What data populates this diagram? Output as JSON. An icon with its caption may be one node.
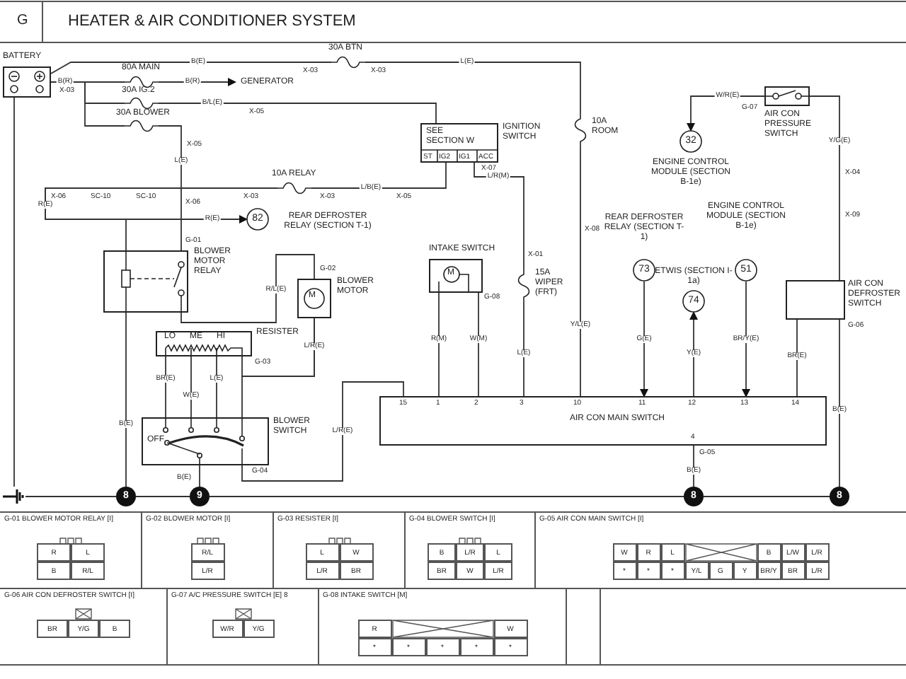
{
  "diagram": {
    "title": "HEATER & AIR CONDITIONER SYSTEM",
    "nodes": [
      {
        "text": [
          "BATTERY"
        ]
      },
      {
        "text": [
          "80A MAIN"
        ]
      },
      {
        "text": [
          "30A IG.2"
        ]
      },
      {
        "text": [
          "30A BLOWER"
        ]
      },
      {
        "text": [
          "30A BTN"
        ]
      },
      {
        "text": [
          "GENERATOR"
        ]
      },
      {
        "text": [
          "SEE SECTION W",
          "IGNITION SWITCH"
        ]
      },
      {
        "text": [
          "10A RELAY"
        ]
      },
      {
        "text": [
          "82"
        ],
        "beside": [
          "REAR DEFROSTER RELAY (SECTION T-1)"
        ]
      },
      {
        "text": [
          "BLOWER MOTOR RELAY"
        ]
      },
      {
        "text": [
          "M",
          "BLOWER MOTOR"
        ]
      },
      {
        "text": [
          "RESISTER",
          "LO",
          "ME",
          "HI"
        ]
      },
      {
        "text": [
          "BLOWER SWITCH",
          "OFF"
        ]
      },
      {
        "text": [
          "INTAKE SWITCH",
          "M"
        ]
      },
      {
        "text": [
          "15A WIPER (FRT)"
        ]
      },
      {
        "text": [
          "10A ROOM"
        ]
      },
      {
        "text": [
          "73"
        ],
        "beside": [
          "REAR DEFROSTER RELAY (SECTION T-1)"
        ]
      },
      {
        "text": [
          "74"
        ],
        "beside": [
          "ETWIS (SECTION I-1a)"
        ]
      },
      {
        "text": [
          "51"
        ],
        "beside": [
          "ENGINE CONTROL MODULE (SECTION B-1e)"
        ]
      },
      {
        "text": [
          "32"
        ],
        "beside": [
          "ENGINE CONTROL MODULE (SECTION B-1e)"
        ]
      },
      {
        "text": [
          "AIR CON PRESSURE SWITCH"
        ]
      },
      {
        "text": [
          "AIR CON DEFROSTER SWITCH"
        ]
      },
      {
        "text": [
          "AIR CON MAIN SWITCH"
        ]
      },
      {
        "text": [
          "8"
        ]
      },
      {
        "text": [
          "9"
        ]
      },
      {
        "text": [
          "8"
        ]
      },
      {
        "text": [
          "8"
        ]
      },
      {
        "text": [],
        "shape": "picture"
      }
    ],
    "edges": [
      {
        "from": 0,
        "to": 1,
        "arrow": "none",
        "label": "B(R)"
      },
      {
        "from": 1,
        "to": 5,
        "arrow": "to",
        "label": "B(R)"
      },
      {
        "from": 0,
        "to": 2,
        "arrow": "none"
      },
      {
        "from": 0,
        "to": 3,
        "arrow": "none"
      },
      {
        "from": 0,
        "to": 4,
        "arrow": "none",
        "label": "B(E)"
      },
      {
        "from": 4,
        "to": 15,
        "arrow": "none",
        "label": "L(E)"
      },
      {
        "from": 2,
        "to": 6,
        "arrow": "none",
        "label": "B/L(E)"
      },
      {
        "from": 3,
        "to": 9,
        "arrow": "none",
        "label": "L(E)"
      },
      {
        "from": 6,
        "to": 7,
        "arrow": "none",
        "label": "L/B(E)"
      },
      {
        "from": 7,
        "to": 9,
        "arrow": "none",
        "label": "R(E)"
      },
      {
        "from": 7,
        "to": 8,
        "arrow": "to",
        "label": "R(E)"
      },
      {
        "from": 6,
        "to": 14,
        "arrow": "none",
        "label": "L/R(M)"
      },
      {
        "from": 14,
        "to": 22,
        "arrow": "none",
        "label": "L(E)"
      },
      {
        "from": 15,
        "to": 22,
        "arrow": "none",
        "label": "Y/L(E)"
      },
      {
        "from": 9,
        "to": 10,
        "arrow": "none",
        "label": "R/L(E)"
      },
      {
        "from": 9,
        "to": 23,
        "arrow": "none",
        "label": "B(E)"
      },
      {
        "from": 10,
        "to": 11,
        "arrow": "none",
        "label": "L/R(E)"
      },
      {
        "from": 10,
        "to": 12,
        "arrow": "none"
      },
      {
        "from": 11,
        "to": 12,
        "arrow": "none",
        "label": "BR(E)"
      },
      {
        "from": 11,
        "to": 12,
        "arrow": "none",
        "label": "W(E)"
      },
      {
        "from": 11,
        "to": 12,
        "arrow": "none",
        "label": "L(E)"
      },
      {
        "from": 12,
        "to": 24,
        "arrow": "none",
        "label": "B(E)"
      },
      {
        "from": 12,
        "to": 22,
        "arrow": "none",
        "label": "L/R(E)"
      },
      {
        "from": 13,
        "to": 22,
        "arrow": "none",
        "label": "R(M)"
      },
      {
        "from": 13,
        "to": 22,
        "arrow": "none",
        "label": "W(M)"
      },
      {
        "from": 16,
        "to": 22,
        "arrow": "to",
        "label": "G(E)"
      },
      {
        "from": 22,
        "to": 17,
        "arrow": "to",
        "label": "Y(E)"
      },
      {
        "from": 18,
        "to": 22,
        "arrow": "to",
        "label": "BR/Y(E)"
      },
      {
        "from": 22,
        "to": 21,
        "arrow": "none",
        "label": "BR(E)"
      },
      {
        "from": 21,
        "to": 26,
        "arrow": "none",
        "label": "B(E)"
      },
      {
        "from": 22,
        "to": 25,
        "arrow": "none",
        "label": "B(E)"
      },
      {
        "from": 20,
        "to": 19,
        "arrow": "to",
        "label": "W/R(E)"
      },
      {
        "from": 20,
        "to": 21,
        "arrow": "none",
        "label": "Y/G(E)"
      },
      {
        "from": 0,
        "to": 27,
        "arrow": "none"
      },
      {
        "from": 27,
        "to": 23,
        "arrow": "none"
      },
      {
        "from": 23,
        "to": 24,
        "arrow": "none"
      },
      {
        "from": 24,
        "to": 25,
        "arrow": "none"
      },
      {
        "from": 25,
        "to": 26,
        "arrow": "none"
      }
    ],
    "labels": [
      "G",
      "X-03",
      "X-03",
      "X-03",
      "X-05",
      "X-05",
      "X-06",
      "SC-10",
      "SC-10",
      "X-06",
      "X-03",
      "X-03",
      "X-05",
      "X-07",
      "G-01",
      "G-02",
      "G-03",
      "G-04",
      "X-01",
      "X-08",
      "G-08",
      "G-07",
      "X-04",
      "X-09",
      "G-06",
      "G-05",
      "15",
      "1",
      "2",
      "3",
      "10",
      "11",
      "12",
      "13",
      "14",
      "4",
      "G-01 BLOWER MOTOR RELAY [I]",
      "R",
      "L",
      "B",
      "R/L",
      "G-02 BLOWER MOTOR [I]",
      "R/L",
      "L/R",
      "G-03 RESISTER [I]",
      "L",
      "W",
      "L/R",
      "BR",
      "G-04 BLOWER SWITCH [I]",
      "B",
      "L/R",
      "L",
      "BR",
      "W",
      "L/R",
      "G-05 AIR CON MAIN SWITCH [I]",
      "W",
      "R",
      "L",
      "B",
      "L/W",
      "L/R",
      "*",
      "*",
      "*",
      "Y/L",
      "G",
      "Y",
      "BR/Y",
      "BR",
      "L/R",
      "G-06 AIR CON DEFROSTER SWITCH [I]",
      "BR",
      "Y/G",
      "B",
      "G-07 A/C PRESSURE SWITCH [E] 8",
      "W/R",
      "Y/G",
      "G-08 INTAKE SWITCH [M]",
      "R",
      "W",
      "*",
      "*",
      "*",
      "*",
      "*",
      "ST",
      "IG2",
      "IG1",
      "ACC"
    ]
  }
}
